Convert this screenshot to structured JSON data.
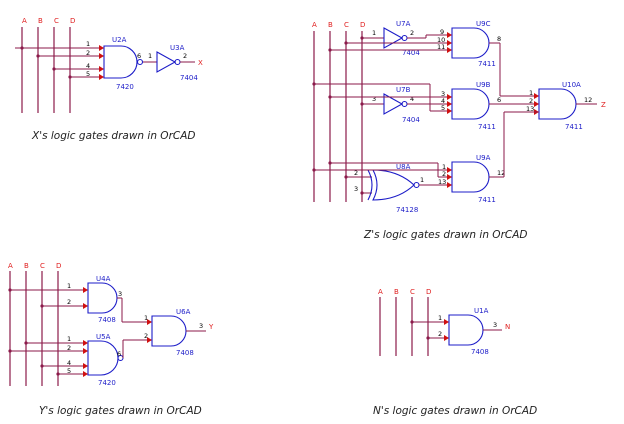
{
  "bus_labels": {
    "a": "A",
    "b": "B",
    "c": "C",
    "d": "D"
  },
  "x_circuit": {
    "caption": "X's logic gates drawn in OrCAD",
    "u2a": {
      "name": "U2A",
      "part": "7420",
      "pins": [
        "1",
        "2",
        "4",
        "5",
        "6"
      ]
    },
    "u3a": {
      "name": "U3A",
      "part": "7404",
      "pins": [
        "1",
        "2"
      ]
    },
    "output": "X"
  },
  "z_circuit": {
    "caption": "Z's logic gates drawn in OrCAD",
    "u7a": {
      "name": "U7A",
      "part": "7404",
      "pins": [
        "1",
        "2"
      ]
    },
    "u7b": {
      "name": "U7B",
      "part": "7404",
      "pins": [
        "3",
        "4"
      ]
    },
    "u9c": {
      "name": "U9C",
      "part": "7411",
      "pins": [
        "9",
        "10",
        "11",
        "8"
      ]
    },
    "u9b": {
      "name": "U9B",
      "part": "7411",
      "pins": [
        "3",
        "4",
        "5",
        "6"
      ]
    },
    "u9a": {
      "name": "U9A",
      "part": "7411",
      "pins": [
        "1",
        "2",
        "13",
        "12"
      ]
    },
    "u8a": {
      "name": "U8A",
      "part": "74128",
      "pins": [
        "2",
        "3",
        "1"
      ]
    },
    "u10a": {
      "name": "U10A",
      "part": "7411",
      "pins": [
        "1",
        "2",
        "13",
        "12"
      ]
    },
    "output": "Z"
  },
  "y_circuit": {
    "caption": "Y's logic gates drawn in OrCAD",
    "u4a": {
      "name": "U4A",
      "part": "7408",
      "pins": [
        "1",
        "2",
        "3"
      ]
    },
    "u5a": {
      "name": "U5A",
      "part": "7420",
      "pins": [
        "1",
        "2",
        "4",
        "5",
        "6"
      ]
    },
    "u6a": {
      "name": "U6A",
      "part": "7408",
      "pins": [
        "1",
        "2",
        "3"
      ]
    },
    "output": "Y"
  },
  "n_circuit": {
    "caption": "N's logic gates drawn in OrCAD",
    "u1a": {
      "name": "U1A",
      "part": "7408",
      "pins": [
        "1",
        "2",
        "3"
      ]
    },
    "output": "N"
  }
}
